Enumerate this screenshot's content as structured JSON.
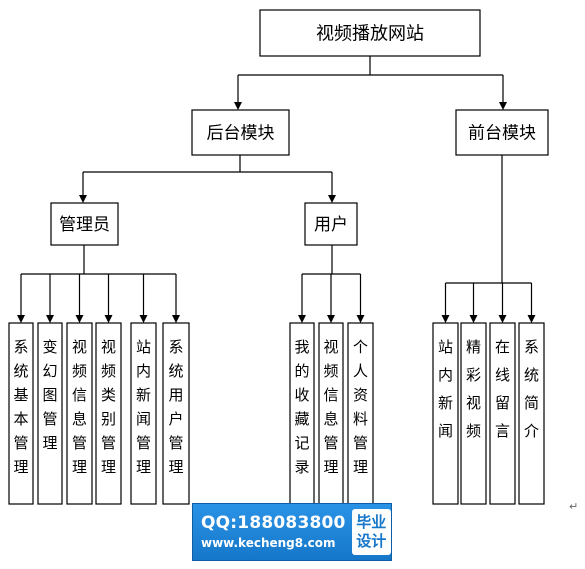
{
  "diagram": {
    "root": "视频播放网站",
    "backend": "后台模块",
    "frontend": "前台模块",
    "admin": "管理员",
    "user": "用户",
    "admin_items": [
      "系统基本管理",
      "变幻图管理",
      "视频信息管理",
      "视频类别管理",
      "站内新闻管理",
      "系统用户管理"
    ],
    "user_items": [
      "我的收藏记录",
      "视频信息管理",
      "个人资料管理"
    ],
    "front_items": [
      "站内新闻",
      "精彩视频",
      "在线留言",
      "系统简介"
    ]
  },
  "watermark": {
    "qq": "QQ:188083800",
    "url": "www.kecheng8.com",
    "badge_line1": "毕业",
    "badge_line2": "设计"
  },
  "para_mark": "↵"
}
